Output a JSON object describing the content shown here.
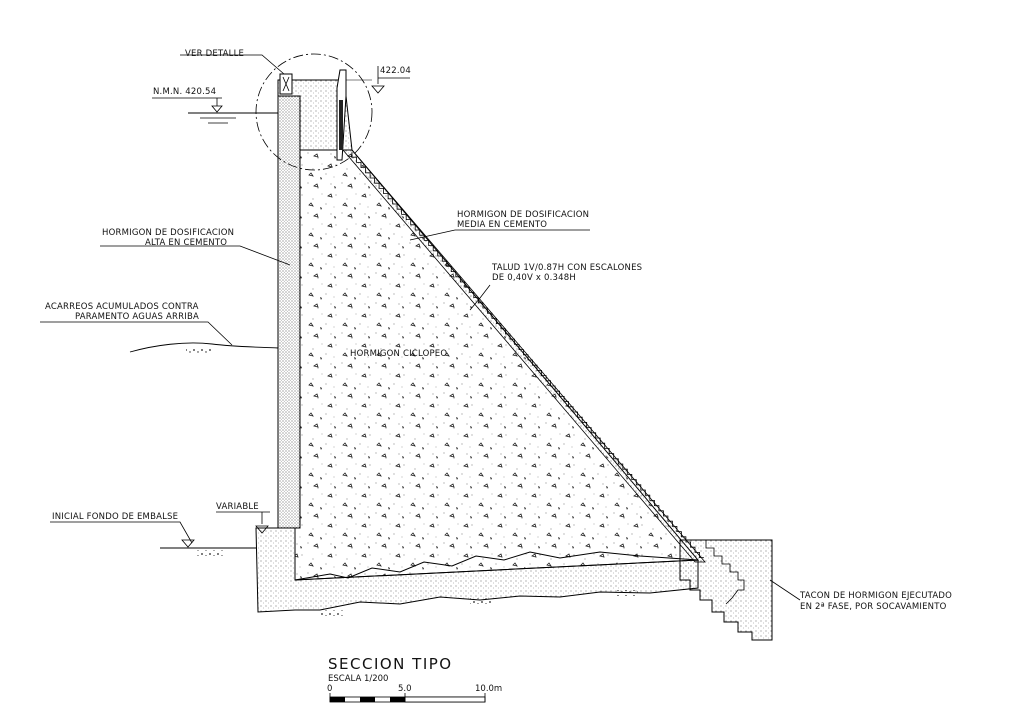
{
  "labels": {
    "ver_detalle": "VER DETALLE",
    "nmn": "N.M.N. 420.54",
    "crest_level": "422.04",
    "hormigon_alta_1": "HORMIGON DE DOSIFICACION",
    "hormigon_alta_2": "ALTA EN CEMENTO",
    "hormigon_media_1": "HORMIGON DE DOSIFICACION",
    "hormigon_media_2": "MEDIA EN CEMENTO",
    "talud_1": "TALUD 1V/0.87H CON ESCALONES",
    "talud_2": "DE 0,40V x 0.348H",
    "acarreos_1": "ACARREOS ACUMULADOS CONTRA",
    "acarreos_2": "PARAMENTO AGUAS ARRIBA",
    "ciclopeo": "HORMIGON CICLOPEO",
    "inicial_fondo": "INICIAL FONDO DE EMBALSE",
    "variable": "VARIABLE",
    "tacon_1": "TACON DE HORMIGON EJECUTADO",
    "tacon_2": "EN 2ª FASE, POR SOCAVAMIENTO"
  },
  "title": {
    "main": "SECCION TIPO",
    "scale": "ESCALA 1/200"
  },
  "scale_bar": {
    "tick_0": "0",
    "tick_5": "5.0",
    "tick_10": "10.0m"
  }
}
